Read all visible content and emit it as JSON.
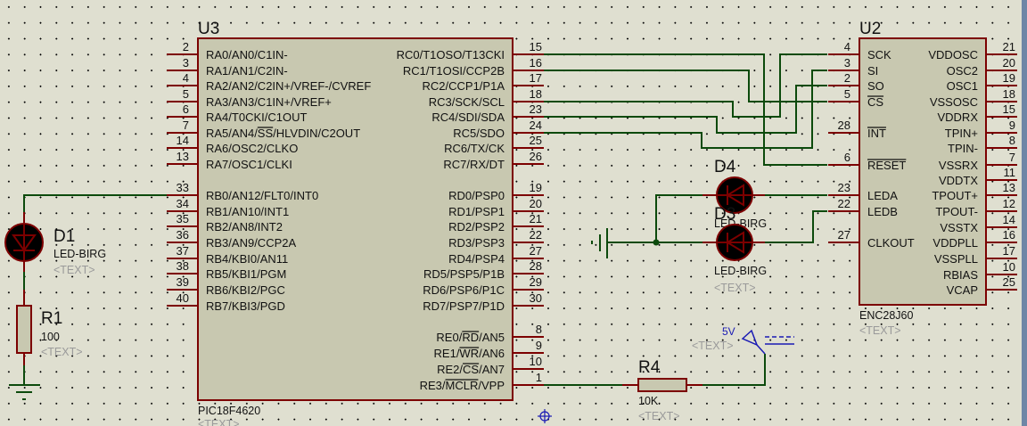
{
  "u3": {
    "ref": "U3",
    "part": "PIC18F4620",
    "text_placeholder": "<TEXT>",
    "left_pins": [
      {
        "num": "2",
        "label": "RA0/AN0/C1IN-"
      },
      {
        "num": "3",
        "label": "RA1/AN1/C2IN-"
      },
      {
        "num": "4",
        "label": "RA2/AN2/C2IN+/VREF-/CVREF"
      },
      {
        "num": "5",
        "label": "RA3/AN3/C1IN+/VREF+"
      },
      {
        "num": "6",
        "label": "RA4/T0CKI/C1OUT"
      },
      {
        "num": "7",
        "label": "RA5/AN4/SS/HLVDIN/C2OUT"
      },
      {
        "num": "14",
        "label": "RA6/OSC2/CLKO"
      },
      {
        "num": "13",
        "label": "RA7/OSC1/CLKI"
      },
      {
        "num": "33",
        "label": "RB0/AN12/FLT0/INT0"
      },
      {
        "num": "34",
        "label": "RB1/AN10/INT1"
      },
      {
        "num": "35",
        "label": "RB2/AN8/INT2"
      },
      {
        "num": "36",
        "label": "RB3/AN9/CCP2A"
      },
      {
        "num": "37",
        "label": "RB4/KBI0/AN11"
      },
      {
        "num": "38",
        "label": "RB5/KBI1/PGM"
      },
      {
        "num": "39",
        "label": "RB6/KBI2/PGC"
      },
      {
        "num": "40",
        "label": "RB7/KBI3/PGD"
      }
    ],
    "right_pins": [
      {
        "num": "15",
        "label": "RC0/T1OSO/T13CKI"
      },
      {
        "num": "16",
        "label": "RC1/T1OSI/CCP2B"
      },
      {
        "num": "17",
        "label": "RC2/CCP1/P1A"
      },
      {
        "num": "18",
        "label": "RC3/SCK/SCL"
      },
      {
        "num": "23",
        "label": "RC4/SDI/SDA"
      },
      {
        "num": "24",
        "label": "RC5/SDO"
      },
      {
        "num": "25",
        "label": "RC6/TX/CK"
      },
      {
        "num": "26",
        "label": "RC7/RX/DT"
      },
      {
        "num": "19",
        "label": "RD0/PSP0"
      },
      {
        "num": "20",
        "label": "RD1/PSP1"
      },
      {
        "num": "21",
        "label": "RD2/PSP2"
      },
      {
        "num": "22",
        "label": "RD3/PSP3"
      },
      {
        "num": "27",
        "label": "RD4/PSP4"
      },
      {
        "num": "28",
        "label": "RD5/PSP5/P1B"
      },
      {
        "num": "29",
        "label": "RD6/PSP6/P1C"
      },
      {
        "num": "30",
        "label": "RD7/PSP7/P1D"
      },
      {
        "num": "8",
        "label": "RE0/RD/AN5"
      },
      {
        "num": "9",
        "label": "RE1/WR/AN6"
      },
      {
        "num": "10",
        "label": "RE2/CS/AN7"
      },
      {
        "num": "1",
        "label": "RE3/MCLR/VPP"
      }
    ]
  },
  "u2": {
    "ref": "U2",
    "part": "ENC28J60",
    "text_placeholder": "<TEXT>",
    "left_pins": [
      {
        "num": "4",
        "label": "SCK"
      },
      {
        "num": "3",
        "label": "SI"
      },
      {
        "num": "2",
        "label": "SO"
      },
      {
        "num": "5",
        "label": "CS"
      },
      {
        "num": "28",
        "label": "INT"
      },
      {
        "num": "6",
        "label": "RESET"
      },
      {
        "num": "23",
        "label": "LEDA"
      },
      {
        "num": "22",
        "label": "LEDB"
      },
      {
        "num": "27",
        "label": "CLKOUT"
      }
    ],
    "right_pins": [
      {
        "num": "21",
        "label": "VDDOSC"
      },
      {
        "num": "20",
        "label": "OSC2"
      },
      {
        "num": "19",
        "label": "OSC1"
      },
      {
        "num": "18",
        "label": "VSSOSC"
      },
      {
        "num": "15",
        "label": "VDDRX"
      },
      {
        "num": "9",
        "label": "TPIN+"
      },
      {
        "num": "8",
        "label": "TPIN-"
      },
      {
        "num": "7",
        "label": "VSSRX"
      },
      {
        "num": "11",
        "label": "VDDTX"
      },
      {
        "num": "13",
        "label": "TPOUT+"
      },
      {
        "num": "12",
        "label": "TPOUT-"
      },
      {
        "num": "14",
        "label": "VSSTX"
      },
      {
        "num": "16",
        "label": "VDDPLL"
      },
      {
        "num": "17",
        "label": "VSSPLL"
      },
      {
        "num": "10",
        "label": "RBIAS"
      },
      {
        "num": "25",
        "label": "VCAP"
      }
    ]
  },
  "d1": {
    "ref": "D1",
    "value": "LED-BIRG",
    "text": "<TEXT>"
  },
  "d3": {
    "ref": "D3",
    "value": "LED-BIRG"
  },
  "d4": {
    "ref": "D4",
    "value": "LED-BIRG",
    "text": "<TEXT>"
  },
  "r1": {
    "ref": "R1",
    "value": "100",
    "text": "<TEXT>"
  },
  "r4": {
    "ref": "R4",
    "value": "10K",
    "text": "<TEXT>"
  },
  "power": {
    "label": "5V",
    "text": "<TEXT>"
  },
  "colors": {
    "wire": "#0c4a0c",
    "pin": "#7c0000",
    "body": "#c8c8b0",
    "power": "#1a1ab4"
  }
}
